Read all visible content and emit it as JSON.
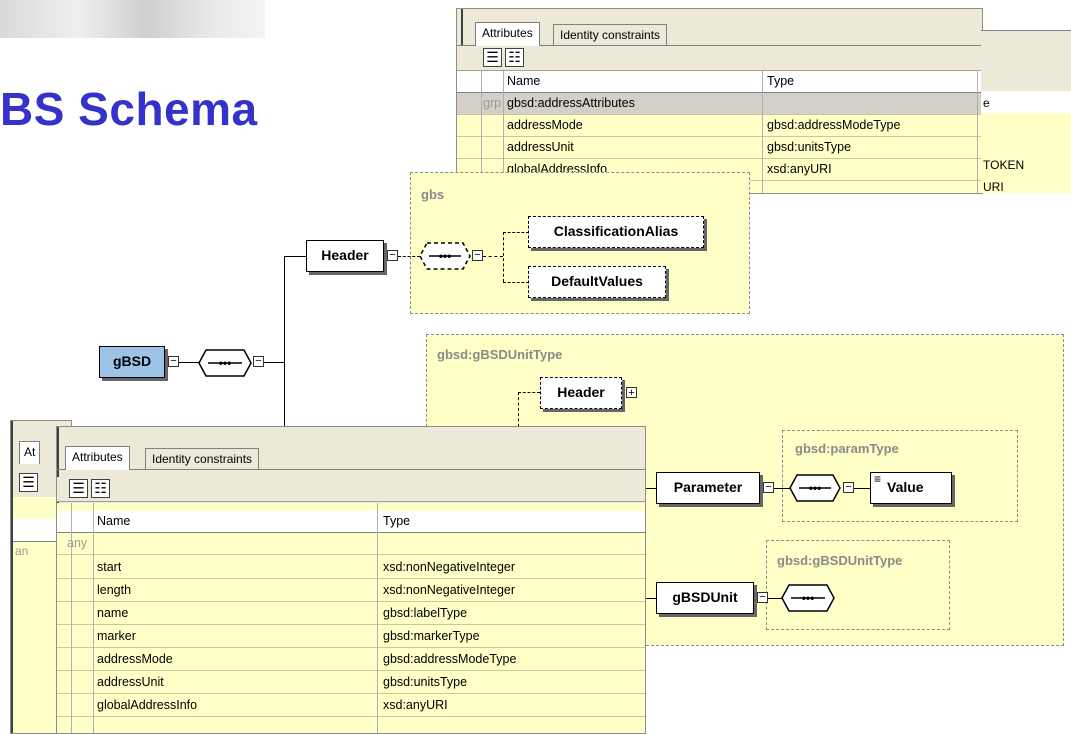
{
  "slide": {
    "title": "BS Schema"
  },
  "top_window": {
    "tabs": [
      "Attributes",
      "Identity constraints"
    ],
    "columns": [
      "Name",
      "Type"
    ],
    "group_prefix": "grp",
    "group_name": "gbsd:addressAttributes",
    "rows": [
      {
        "name": "addressMode",
        "type": "gbsd:addressModeType"
      },
      {
        "name": "addressUnit",
        "type": "gbsd:unitsType"
      },
      {
        "name": "globalAddressInfo",
        "type": "xsd:anyURI"
      }
    ],
    "behind_fragments": [
      "e",
      "TOKEN",
      "URI"
    ]
  },
  "bottom_window": {
    "behind_tab": "At",
    "behind_prefix": "an",
    "tabs": [
      "Attributes",
      "Identity constraints"
    ],
    "columns": [
      "Name",
      "Type"
    ],
    "any_label": "any",
    "rows": [
      {
        "name": "start",
        "type": "xsd:nonNegativeInteger"
      },
      {
        "name": "length",
        "type": "xsd:nonNegativeInteger"
      },
      {
        "name": "name",
        "type": "gbsd:labelType"
      },
      {
        "name": "marker",
        "type": "gbsd:markerType"
      },
      {
        "name": "addressMode",
        "type": "gbsd:addressModeType"
      },
      {
        "name": "addressUnit",
        "type": "gbsd:unitsType"
      },
      {
        "name": "globalAddressInfo",
        "type": "xsd:anyURI"
      }
    ]
  },
  "diagram": {
    "root": "gBSD",
    "header": "Header",
    "header_panel_label": "gbs",
    "header_children": [
      "ClassificationAlias",
      "DefaultValues"
    ],
    "unit_panel_label": "gbsd:gBSDUnitType",
    "unit_header": "Header",
    "parameter": "Parameter",
    "param_panel_label": "gbsd:paramType",
    "value": "Value",
    "gbsdunit": "gBSDUnit",
    "gbsdunit_panel_label": "gbsd:gBSDUnitType",
    "sequence_glyph": "•••",
    "expand_plus": "+",
    "collapse_minus": "−"
  }
}
